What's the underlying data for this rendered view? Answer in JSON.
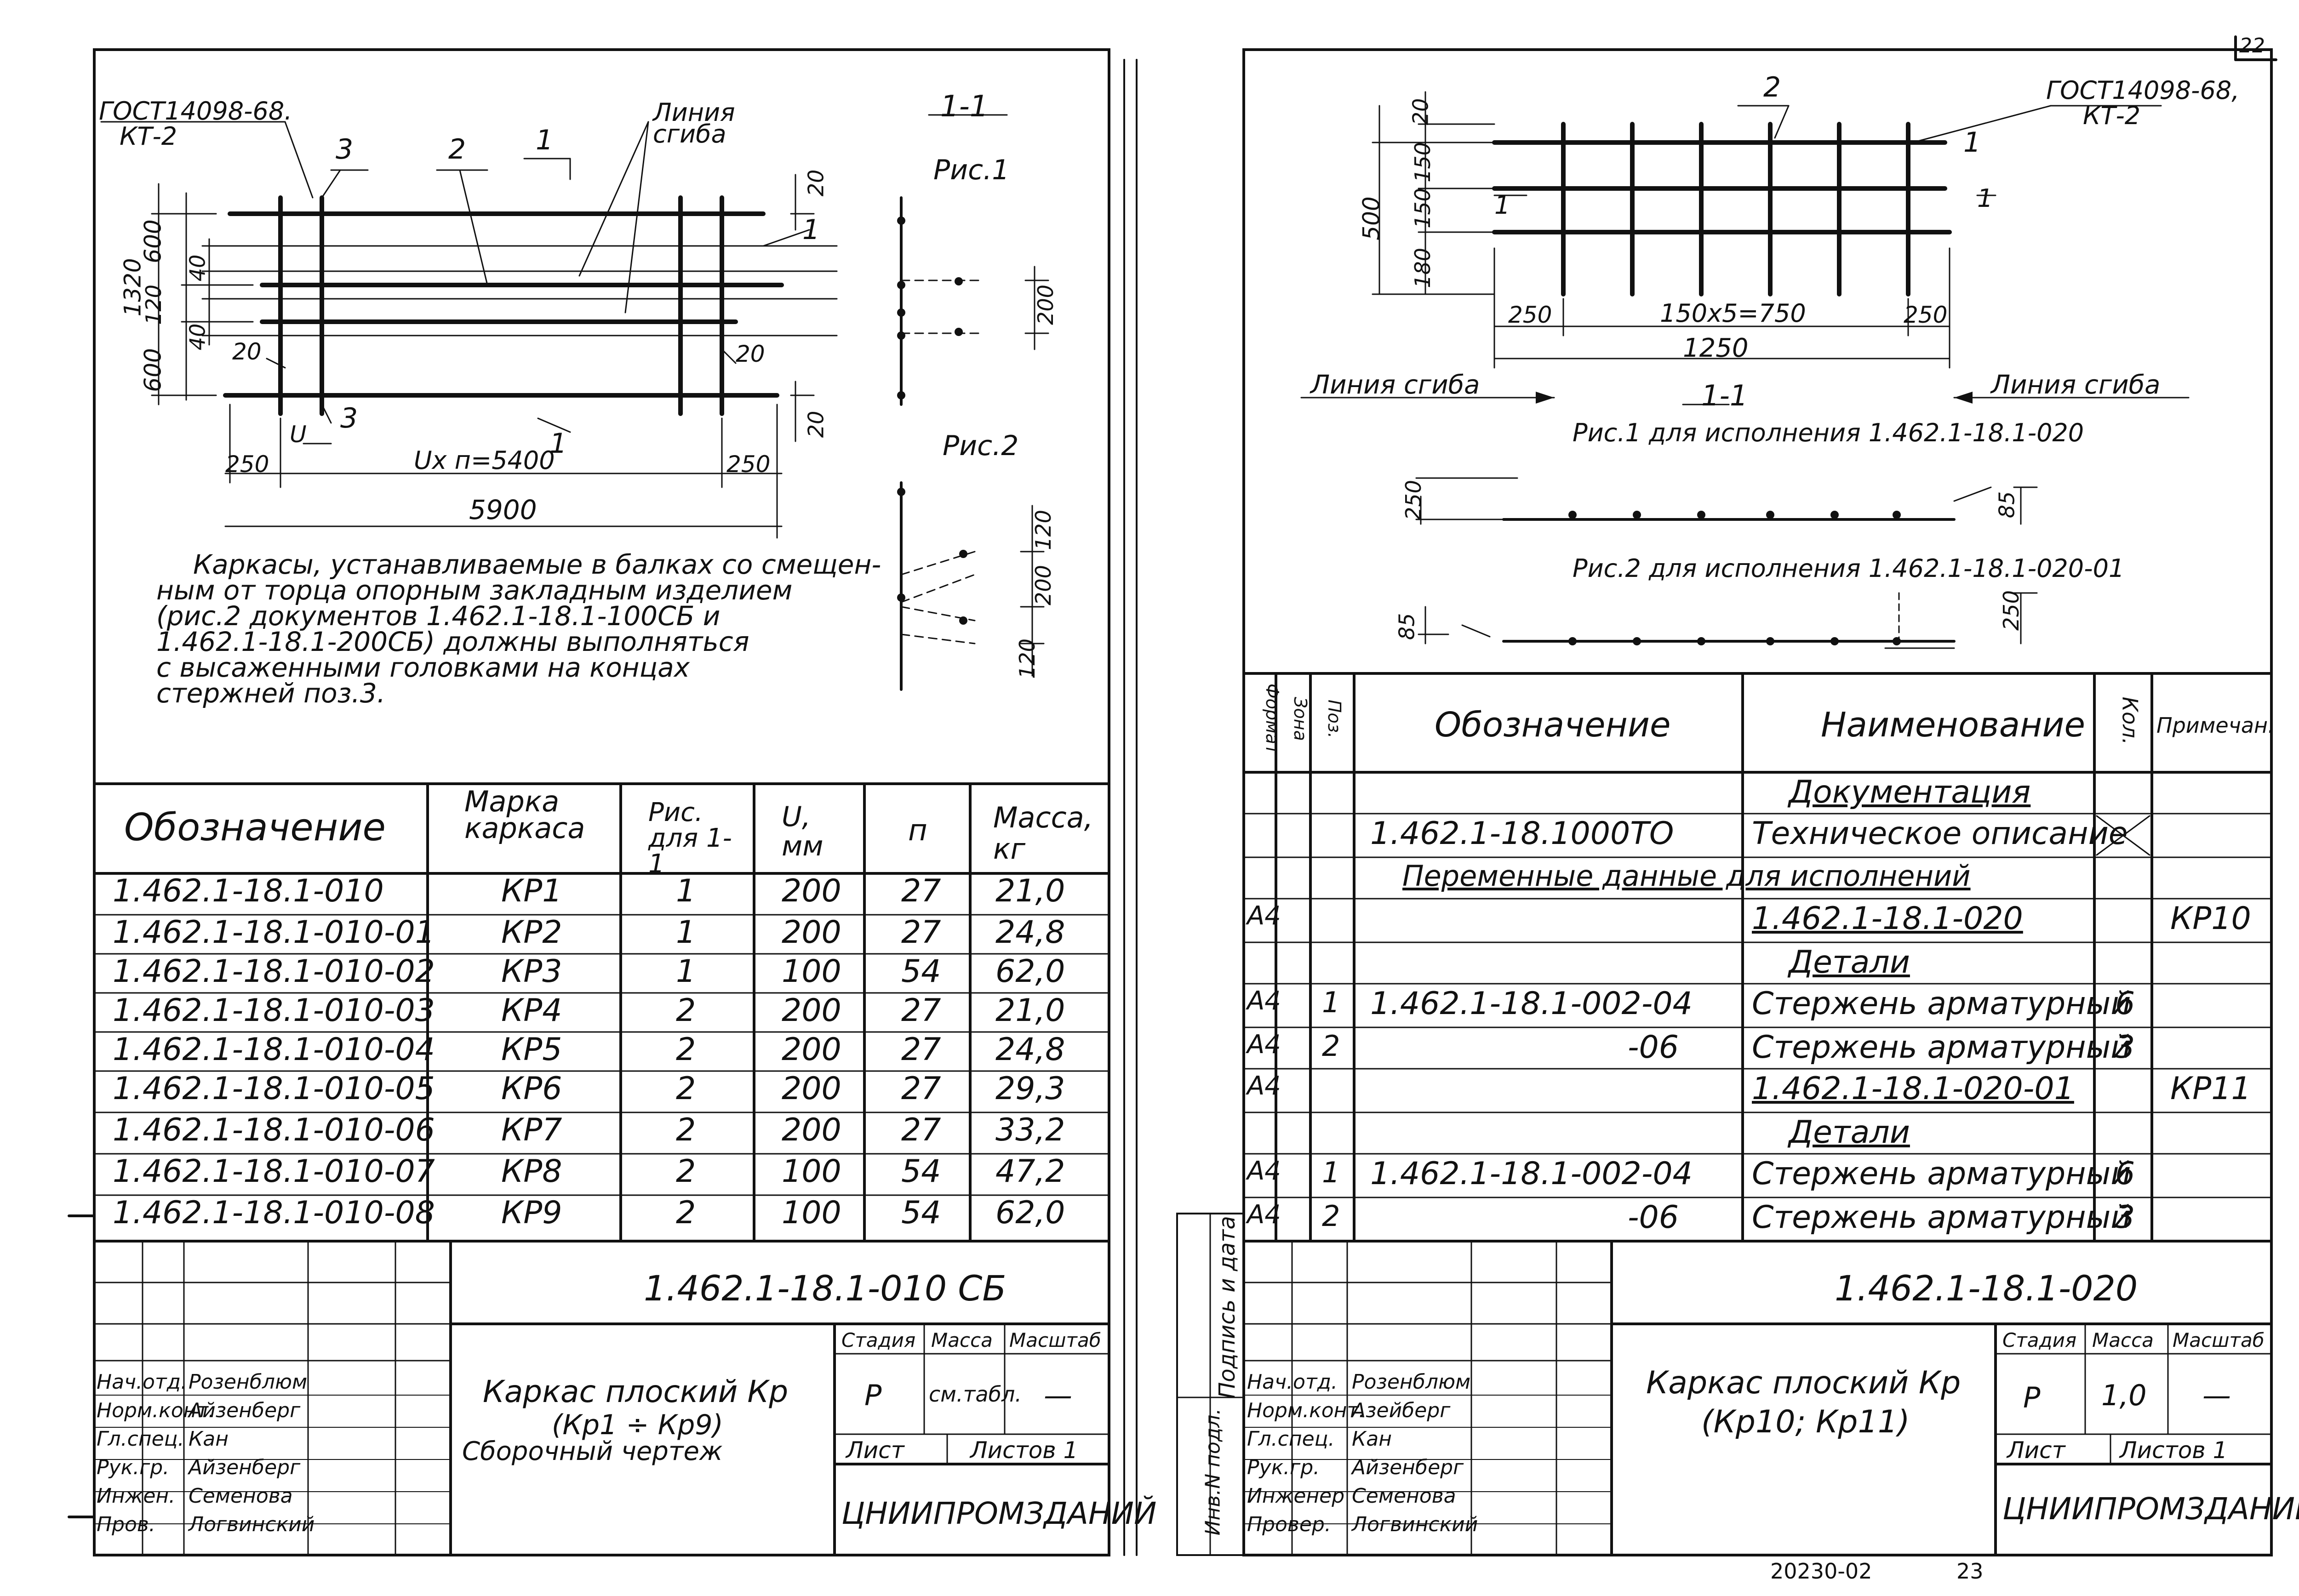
{
  "page_number": "22",
  "bottom_code": "20230-02",
  "bottom_sheet": "23",
  "left": {
    "drawing": {
      "gost": "ГОСТ14098-68.",
      "gost_sub": "КТ-2",
      "line_bend": "Линия",
      "line_bend2": "сгиба",
      "callout_3": "3",
      "callout_2": "2",
      "callout_1": "1",
      "dim_600a": "600",
      "dim_120": "120",
      "dim_600b": "600",
      "dim_1320": "1320",
      "dim_40a": "40",
      "dim_40b": "40",
      "dim_20a": "20",
      "dim_20b": "20",
      "dim_20c": "20",
      "dim_20d": "20",
      "dim_u": "U",
      "dim_250a": "250",
      "dim_250b": "250",
      "dim_un": "Uх п=5400",
      "dim_5900": "5900",
      "section": "1-1",
      "fig1": "Рис.1",
      "fig2": "Рис.2",
      "dim_200": "200",
      "dim_120a": "120",
      "dim_200b": "200",
      "dim_120b": "120"
    },
    "note": [
      "Каркасы, устанавливаемые в балках со смещен-",
      "ным от торца опорным закладным изделием",
      "(рис.2 документов 1.462.1-18.1-100СБ и",
      "1.462.1-18.1-200СБ) должны выполняться",
      "с высаженными головками на концах",
      "стержней поз.3."
    ],
    "table": {
      "headers": [
        "Обозначение",
        "Марка каркаса",
        "Рис. для 1-1",
        "U, мм",
        "п",
        "Масса, кг"
      ],
      "rows": [
        [
          "1.462.1-18.1-010",
          "КР1",
          "1",
          "200",
          "27",
          "21,0"
        ],
        [
          "1.462.1-18.1-010-01",
          "КР2",
          "1",
          "200",
          "27",
          "24,8"
        ],
        [
          "1.462.1-18.1-010-02",
          "КР3",
          "1",
          "100",
          "54",
          "62,0"
        ],
        [
          "1.462.1-18.1-010-03",
          "КР4",
          "2",
          "200",
          "27",
          "21,0"
        ],
        [
          "1.462.1-18.1-010-04",
          "КР5",
          "2",
          "200",
          "27",
          "24,8"
        ],
        [
          "1.462.1-18.1-010-05",
          "КР6",
          "2",
          "200",
          "27",
          "29,3"
        ],
        [
          "1.462.1-18.1-010-06",
          "КР7",
          "2",
          "200",
          "27",
          "33,2"
        ],
        [
          "1.462.1-18.1-010-07",
          "КР8",
          "2",
          "100",
          "54",
          "47,2"
        ],
        [
          "1.462.1-18.1-010-08",
          "КР9",
          "2",
          "100",
          "54",
          "62,0"
        ]
      ]
    },
    "title_block": {
      "code": "1.462.1-18.1-010 СБ",
      "name_line1": "Каркас плоский Кр",
      "name_line2": "(Кр1 ÷ Кр9)",
      "name_line3": "Сборочный чертеж",
      "stage_h": "Стадия",
      "mass_h": "Масса",
      "scale_h": "Масштаб",
      "stage": "Р",
      "mass": "см.табл.",
      "scale": "—",
      "sheet": "Лист",
      "sheets": "Листов 1",
      "org": "ЦНИИПРОМЗДАНИЙ",
      "people": [
        [
          "Нач.отд.",
          "Розенблюм"
        ],
        [
          "Норм.конт.",
          "Айзенберг"
        ],
        [
          "Гл.спец.",
          "Кан"
        ],
        [
          "Рук.гр.",
          "Айзенберг"
        ],
        [
          "Инжен.",
          "Семенова"
        ],
        [
          "Пров.",
          "Логвинский"
        ]
      ]
    }
  },
  "right": {
    "drawing": {
      "gost": "ГОСТ14098-68,",
      "gost_sub": "КТ-2",
      "callout_2": "2",
      "callout_1": "1",
      "dim_20": "20",
      "dim_150a": "150",
      "dim_150b": "150",
      "dim_180": "180",
      "dim_500": "500",
      "dim_250a": "250",
      "dim_150x5": "150х5=750",
      "dim_250b": "250",
      "dim_1250": "1250",
      "line_bend_left": "Линия сгиба",
      "line_bend_right": "Линия сгиба",
      "section": "1-1",
      "fig1": "Рис.1 для исполнения 1.462.1-18.1-020",
      "fig2": "Рис.2 для исполнения 1.462.1-18.1-020-01",
      "dim_250c": "250",
      "dim_85a": "85",
      "dim_85b": "85",
      "dim_250d": "250"
    },
    "spec": {
      "headers": [
        "Формат",
        "Зона",
        "Поз.",
        "Обозначение",
        "Наименование",
        "Кол.",
        "Примечан."
      ],
      "rows": [
        {
          "fmt": "",
          "zone": "",
          "pos": "",
          "des": "",
          "name": "Документация",
          "qty": "",
          "note": "",
          "kind": "section"
        },
        {
          "fmt": "",
          "zone": "",
          "pos": "",
          "des": "1.462.1-18.1000ТО",
          "name": "Техническое описание",
          "qty": "",
          "note": "",
          "kind": "x"
        },
        {
          "fmt": "",
          "zone": "",
          "pos": "",
          "des": "Переменные данные для исполнений",
          "name": "",
          "qty": "",
          "note": "",
          "kind": "span"
        },
        {
          "fmt": "А4",
          "zone": "",
          "pos": "",
          "des": "",
          "name": "1.462.1-18.1-020",
          "qty": "",
          "note": "КР10",
          "kind": "under"
        },
        {
          "fmt": "",
          "zone": "",
          "pos": "",
          "des": "",
          "name": "Детали",
          "qty": "",
          "note": "",
          "kind": "section"
        },
        {
          "fmt": "А4",
          "zone": "",
          "pos": "1",
          "des": "1.462.1-18.1-002-04",
          "name": "Стержень арматурный",
          "qty": "6",
          "note": "",
          "kind": "row"
        },
        {
          "fmt": "А4",
          "zone": "",
          "pos": "2",
          "des": "-06",
          "name": "Стержень арматурный",
          "qty": "3",
          "note": "",
          "kind": "row"
        },
        {
          "fmt": "А4",
          "zone": "",
          "pos": "",
          "des": "",
          "name": "1.462.1-18.1-020-01",
          "qty": "",
          "note": "КР11",
          "kind": "under"
        },
        {
          "fmt": "",
          "zone": "",
          "pos": "",
          "des": "",
          "name": "Детали",
          "qty": "",
          "note": "",
          "kind": "section"
        },
        {
          "fmt": "А4",
          "zone": "",
          "pos": "1",
          "des": "1.462.1-18.1-002-04",
          "name": "Стержень арматурный",
          "qty": "6",
          "note": "",
          "kind": "row"
        },
        {
          "fmt": "А4",
          "zone": "",
          "pos": "2",
          "des": "-06",
          "name": "Стержень арматурный",
          "qty": "3",
          "note": "",
          "kind": "row"
        }
      ]
    },
    "side_labels": {
      "sign": "Подпись и дата",
      "inv": "Инв.N подл."
    },
    "title_block": {
      "code": "1.462.1-18.1-020",
      "name_line1": "Каркас плоский Кр",
      "name_line2": "(Кр10; Кр11)",
      "stage_h": "Стадия",
      "mass_h": "Масса",
      "scale_h": "Масштаб",
      "stage": "Р",
      "mass": "1,0",
      "scale": "—",
      "sheet": "Лист",
      "sheets": "Листов 1",
      "org": "ЦНИИПРОМЗДАНИЙ",
      "people": [
        [
          "Нач.отд.",
          "Розенблюм"
        ],
        [
          "Норм.конт.",
          "Азейберг"
        ],
        [
          "Гл.спец.",
          "Кан"
        ],
        [
          "Рук.гр.",
          "Айзенберг"
        ],
        [
          "Инженер",
          "Семенова"
        ],
        [
          "Провер.",
          "Логвинский"
        ]
      ]
    }
  }
}
